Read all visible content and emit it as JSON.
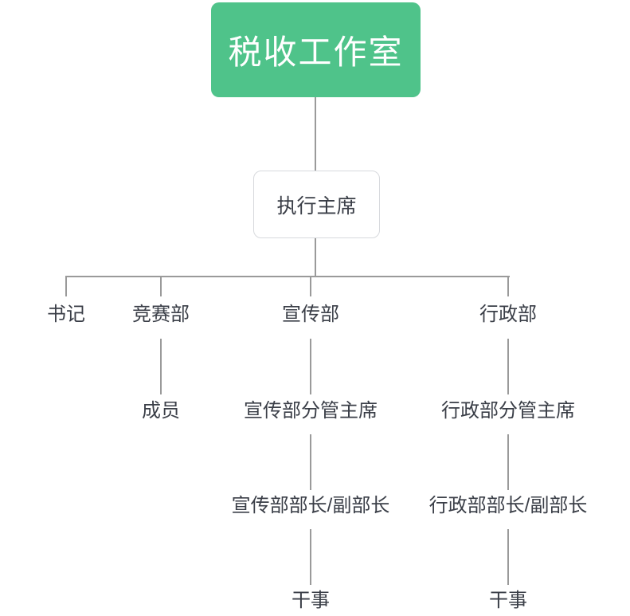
{
  "diagram": {
    "type": "organization-chart",
    "title_node": {
      "label": "税收工作室",
      "fill_color": "#4FC38A",
      "text_color": "#FFFFFF"
    },
    "executive_node": {
      "label": "执行主席",
      "fill_color": "#FFFFFF",
      "border_color": "#D7D9DD",
      "text_color": "#3A3E47"
    },
    "connector_color": "#9A9A9A",
    "departments": [
      {
        "label": "书记"
      },
      {
        "label": "竞赛部"
      },
      {
        "label": "宣传部"
      },
      {
        "label": "行政部"
      }
    ],
    "level4": [
      {
        "label": "成员"
      },
      {
        "label": "宣传部分管主席"
      },
      {
        "label": "行政部分管主席"
      }
    ],
    "level5": [
      {
        "label": "宣传部部长/副部长"
      },
      {
        "label": "行政部部长/副部长"
      }
    ],
    "level6": [
      {
        "label": "干事"
      },
      {
        "label": "干事"
      }
    ]
  }
}
